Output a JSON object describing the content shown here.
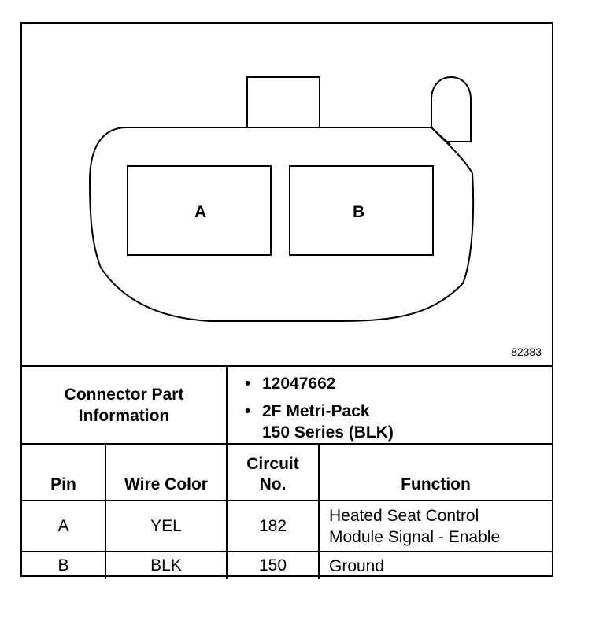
{
  "diagram": {
    "figure_id": "82383",
    "cavities": [
      {
        "label": "A"
      },
      {
        "label": "B"
      }
    ]
  },
  "connector_info": {
    "label": "Connector Part Information",
    "part_number": "12047662",
    "series_line1": "2F Metri-Pack",
    "series_line2": "150 Series (BLK)",
    "bullet": "•"
  },
  "table": {
    "headers": {
      "pin": "Pin",
      "wire_color": "Wire Color",
      "circuit_line1": "Circuit",
      "circuit_line2": "No.",
      "function": "Function"
    },
    "rows": [
      {
        "pin": "A",
        "wire_color": "YEL",
        "circuit": "182",
        "function_line1": "Heated Seat Control",
        "function_line2": "Module Signal - Enable"
      },
      {
        "pin": "B",
        "wire_color": "BLK",
        "circuit": "150",
        "function_line1": "Ground",
        "function_line2": ""
      }
    ]
  }
}
